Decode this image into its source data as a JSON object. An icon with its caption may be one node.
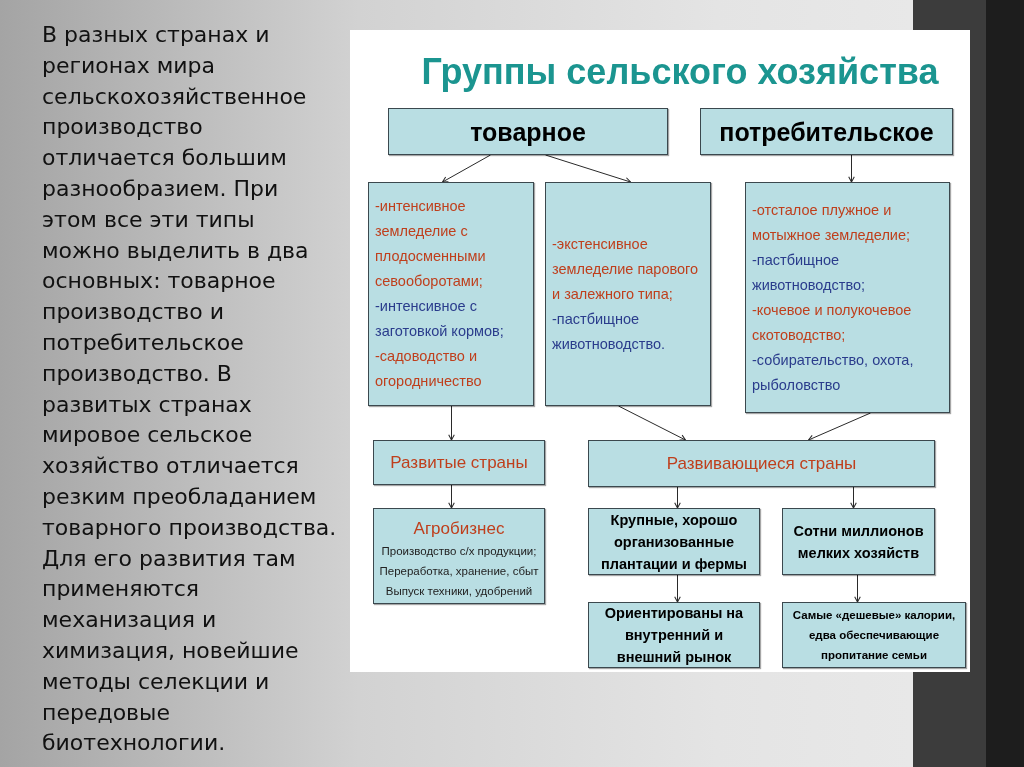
{
  "diagram": {
    "title": "Группы сельского хозяйства",
    "nodes": [
      {
        "text": [
          "товарное"
        ]
      },
      {
        "text": [
          "потребительское"
        ]
      },
      {
        "text": [
          "-интенсивное земледелие с плодосменными севооборотами;",
          "-интенсивное с заготовкой кормов;",
          "-садоводство и огородничество"
        ]
      },
      {
        "text": [
          "-экстенсивное земледелие парового и залежного типа;",
          "-пастбищное животноводство."
        ]
      },
      {
        "text": [
          "-отсталое плужное и мотыжное земледелие;",
          "-пастбищное животноводство;",
          "-кочевое и полукочевое скотоводство;",
          "-собирательство, охота, рыболовство"
        ]
      },
      {
        "text": [
          "Развитые страны"
        ]
      },
      {
        "text": [
          "Развивающиеся страны"
        ]
      },
      {
        "text": [
          "Агробизнес",
          "Производство с/х продукции;",
          "Переработка, хранение, сбыт",
          "Выпуск техники, удобрений"
        ]
      },
      {
        "text": [
          "Крупные, хорошо организованные плантации и фермы"
        ]
      },
      {
        "text": [
          "Сотни миллионов мелких хозяйств"
        ]
      },
      {
        "text": [
          "Ориентированы на внутренний и внешний рынок"
        ]
      },
      {
        "text": [
          "Самые «дешевые» калории, едва обеспечивающие пропитание семьи"
        ]
      }
    ],
    "edges": [
      {
        "from": 0,
        "to": 2,
        "arrow": "to"
      },
      {
        "from": 0,
        "to": 3,
        "arrow": "to"
      },
      {
        "from": 1,
        "to": 4,
        "arrow": "to"
      },
      {
        "from": 2,
        "to": 5,
        "arrow": "to"
      },
      {
        "from": 3,
        "to": 6,
        "arrow": "to"
      },
      {
        "from": 4,
        "to": 6,
        "arrow": "to"
      },
      {
        "from": 5,
        "to": 7,
        "arrow": "to"
      },
      {
        "from": 6,
        "to": 8,
        "arrow": "to"
      },
      {
        "from": 6,
        "to": 9,
        "arrow": "to"
      },
      {
        "from": 8,
        "to": 10,
        "arrow": "to"
      },
      {
        "from": 9,
        "to": 11,
        "arrow": "to"
      }
    ],
    "labels": [
      "В разных странах и регионах мира сельскохозяйственное производство отличается большим разнообразием. При этом все эти типы можно выделить в два основных: товарное производство и потребительское производство. В развитых странах мировое сельское хозяйство отличается резким преобладанием товарного производства. Для его развития там применяются механизация и химизация, новейшие методы селекции и передовые биотехнологии."
    ]
  }
}
